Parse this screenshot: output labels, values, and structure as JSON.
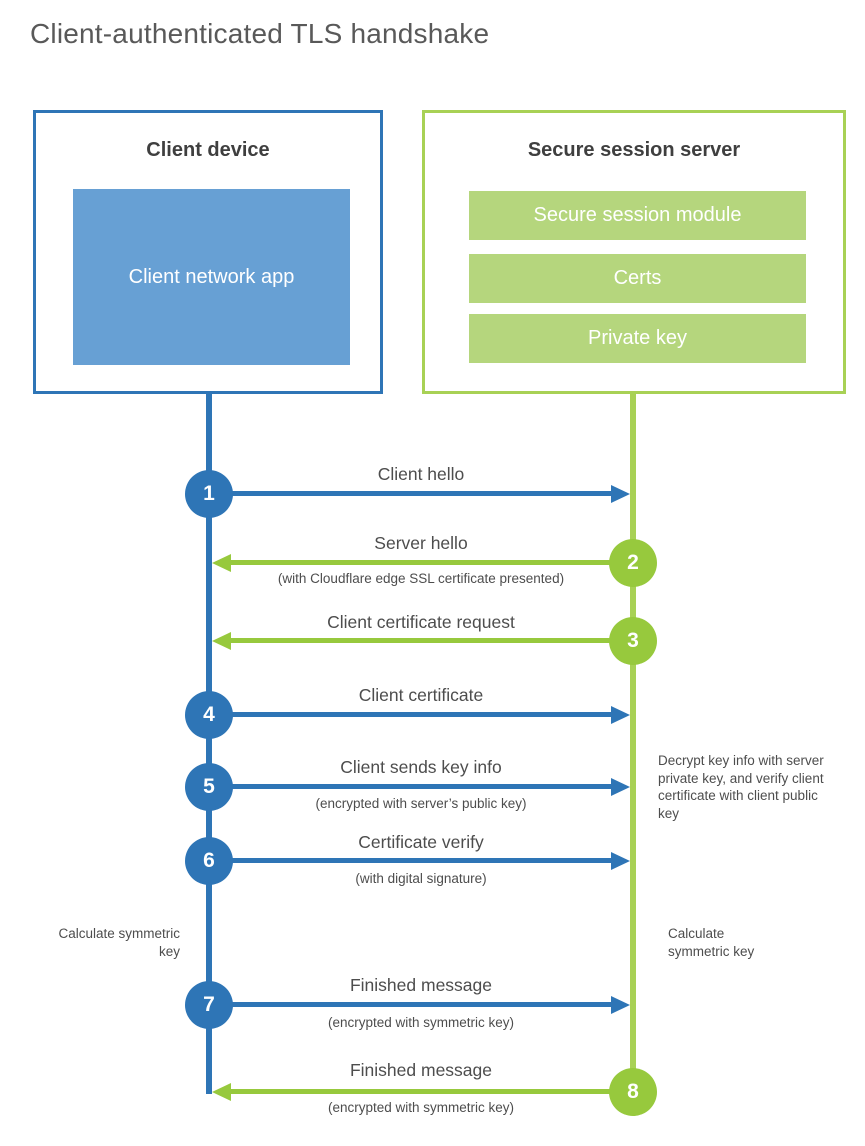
{
  "title": "Client-authenticated TLS handshake",
  "colors": {
    "blue": "#2e75b6",
    "blue_fill": "#67a0d4",
    "green_line": "#a8d155",
    "green_circle": "#97c93d",
    "green_fill": "#b5d67d",
    "heading_text": "#3f3f3f",
    "label_text": "#4d4d4d",
    "title_text": "#595959"
  },
  "client_box": {
    "title": "Client device",
    "app_label": "Client network app"
  },
  "server_box": {
    "title": "Secure session server",
    "modules": [
      "Secure session module",
      "Certs",
      "Private key"
    ]
  },
  "steps": [
    {
      "num": "1",
      "label": "Client hello",
      "sub": "",
      "direction": "right",
      "color": "blue"
    },
    {
      "num": "2",
      "label": "Server hello",
      "sub": "(with Cloudflare edge SSL certificate presented)",
      "direction": "left",
      "color": "green"
    },
    {
      "num": "3",
      "label": "Client certificate request",
      "sub": "",
      "direction": "left",
      "color": "green"
    },
    {
      "num": "4",
      "label": "Client certificate",
      "sub": "",
      "direction": "right",
      "color": "blue"
    },
    {
      "num": "5",
      "label": "Client sends key info",
      "sub": "(encrypted with server’s public key)",
      "direction": "right",
      "color": "blue"
    },
    {
      "num": "6",
      "label": "Certificate verify",
      "sub": "(with digital signature)",
      "direction": "right",
      "color": "blue"
    },
    {
      "num": "7",
      "label": "Finished message",
      "sub": "(encrypted with symmetric key)",
      "direction": "right",
      "color": "blue"
    },
    {
      "num": "8",
      "label": "Finished message",
      "sub": "(encrypted with symmetric key)",
      "direction": "left",
      "color": "green"
    }
  ],
  "annotations": {
    "decrypt_note": "Decrypt key info with server private key, and verify client certificate with client public key",
    "calc_left": "Calculate symmetric key",
    "calc_right": "Calculate symmetric key"
  }
}
